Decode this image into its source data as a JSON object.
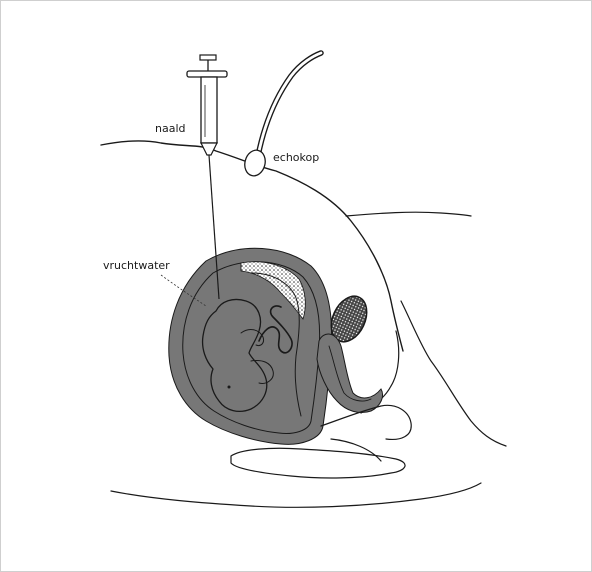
{
  "diagram": {
    "labels": {
      "needle": "naald",
      "probe": "echokop",
      "amniotic_fluid": "vruchtwater"
    }
  }
}
